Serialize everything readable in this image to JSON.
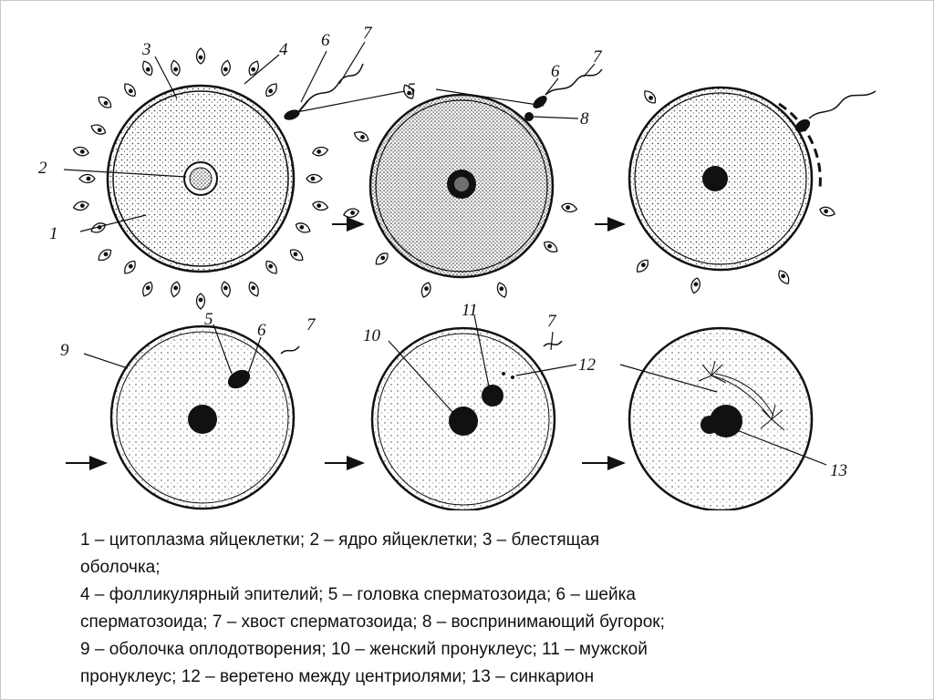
{
  "figure": {
    "labels": {
      "n1": "1",
      "n2": "2",
      "n3": "3",
      "n4": "4",
      "n5": "5",
      "n6": "6",
      "n7": "7",
      "n8": "8",
      "n9": "9",
      "n10": "10",
      "n11": "11",
      "n12": "12",
      "n13": "13"
    }
  },
  "caption": {
    "lines": [
      "1 – цитоплазма яйцеклетки; 2 – ядро яйцеклетки; 3 – блестящая",
      "оболочка;",
      "4 – фолликулярный эпителий; 5 – головка сперматозоида; 6 – шейка",
      "сперматозоида; 7 – хвост сперматозоида; 8 – воспринимающий бугорок;",
      "9 – оболочка оплодотворения; 10 – женский пронуклеус; 11 – мужской",
      "пронуклеус; 12 – веретено между центриолями; 13 – синкарион"
    ]
  }
}
